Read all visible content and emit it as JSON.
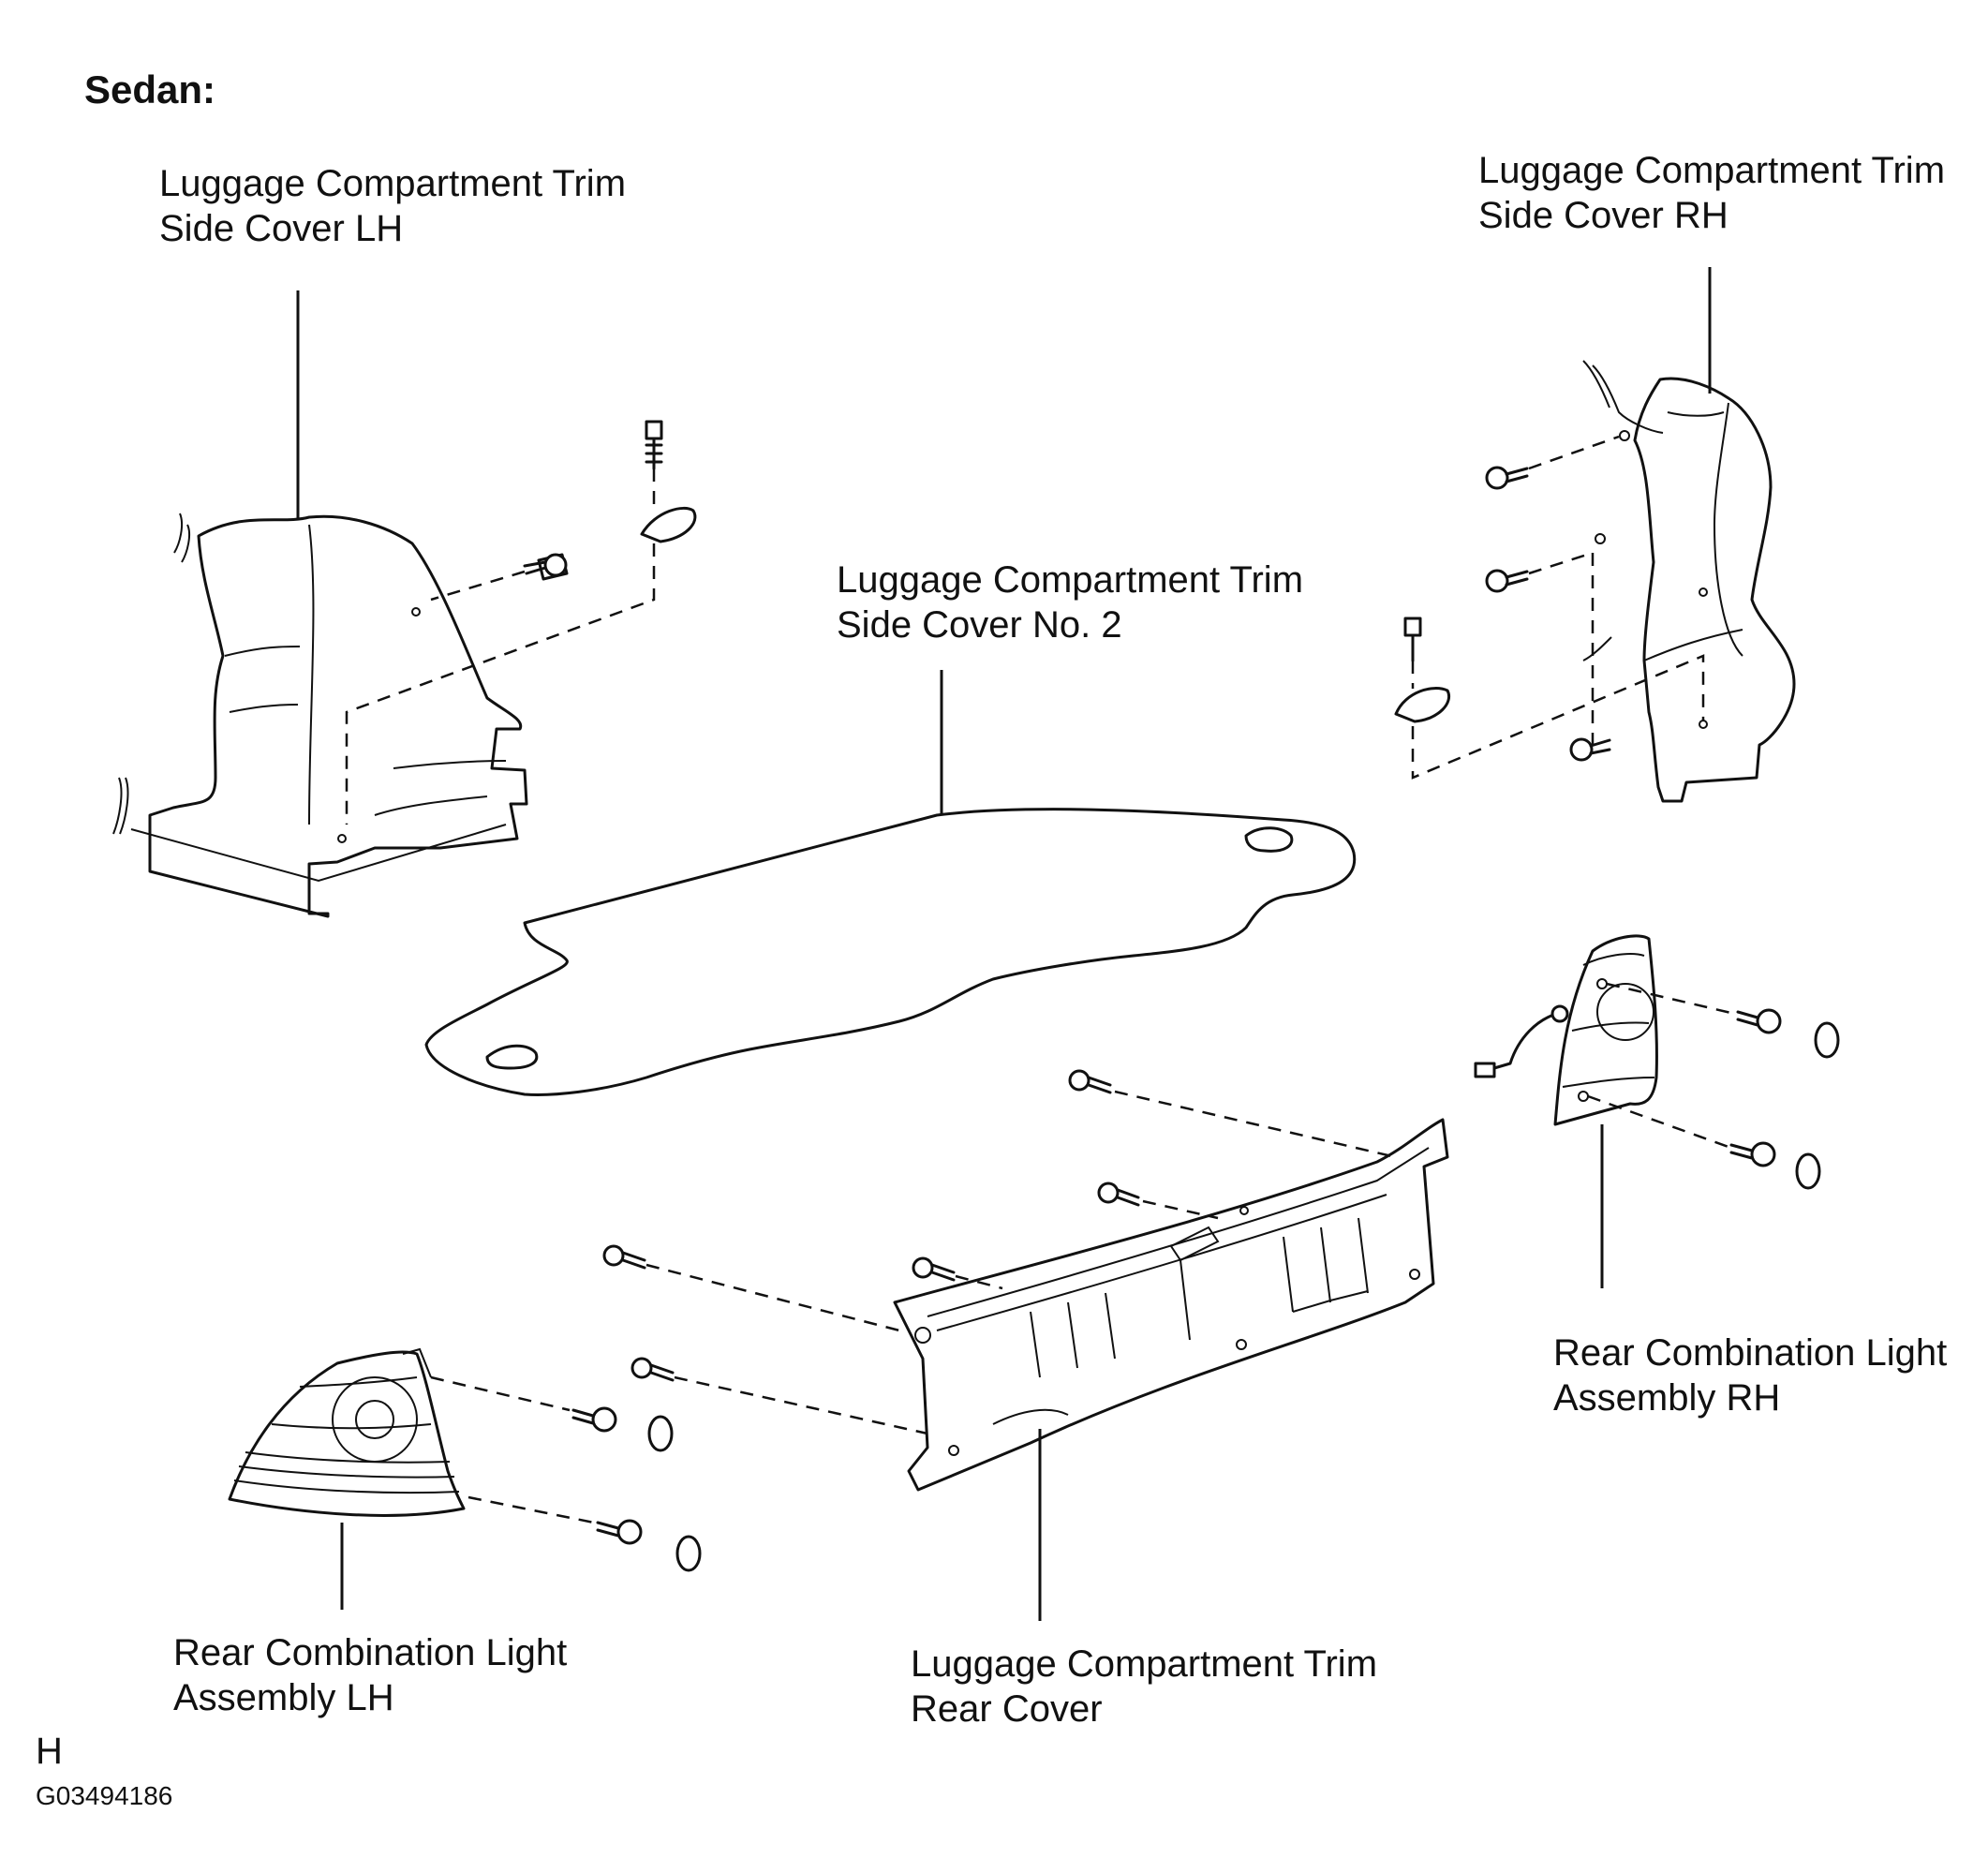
{
  "section_title": "Sedan:",
  "labels": {
    "side_cover_lh": [
      "Luggage Compartment Trim",
      "Side Cover LH"
    ],
    "side_cover_rh": [
      "Luggage Compartment Trim",
      "Side Cover RH"
    ],
    "side_cover_no2": [
      "Luggage Compartment Trim",
      "Side Cover No. 2"
    ],
    "rear_light_rh": [
      "Rear Combination Light",
      "Assembly RH"
    ],
    "rear_light_lh": [
      "Rear Combination Light",
      "Assembly LH"
    ],
    "rear_cover": [
      "Luggage Compartment Trim",
      "Rear Cover"
    ]
  },
  "footer": {
    "mark": "H",
    "figure_id": "G03494186"
  }
}
